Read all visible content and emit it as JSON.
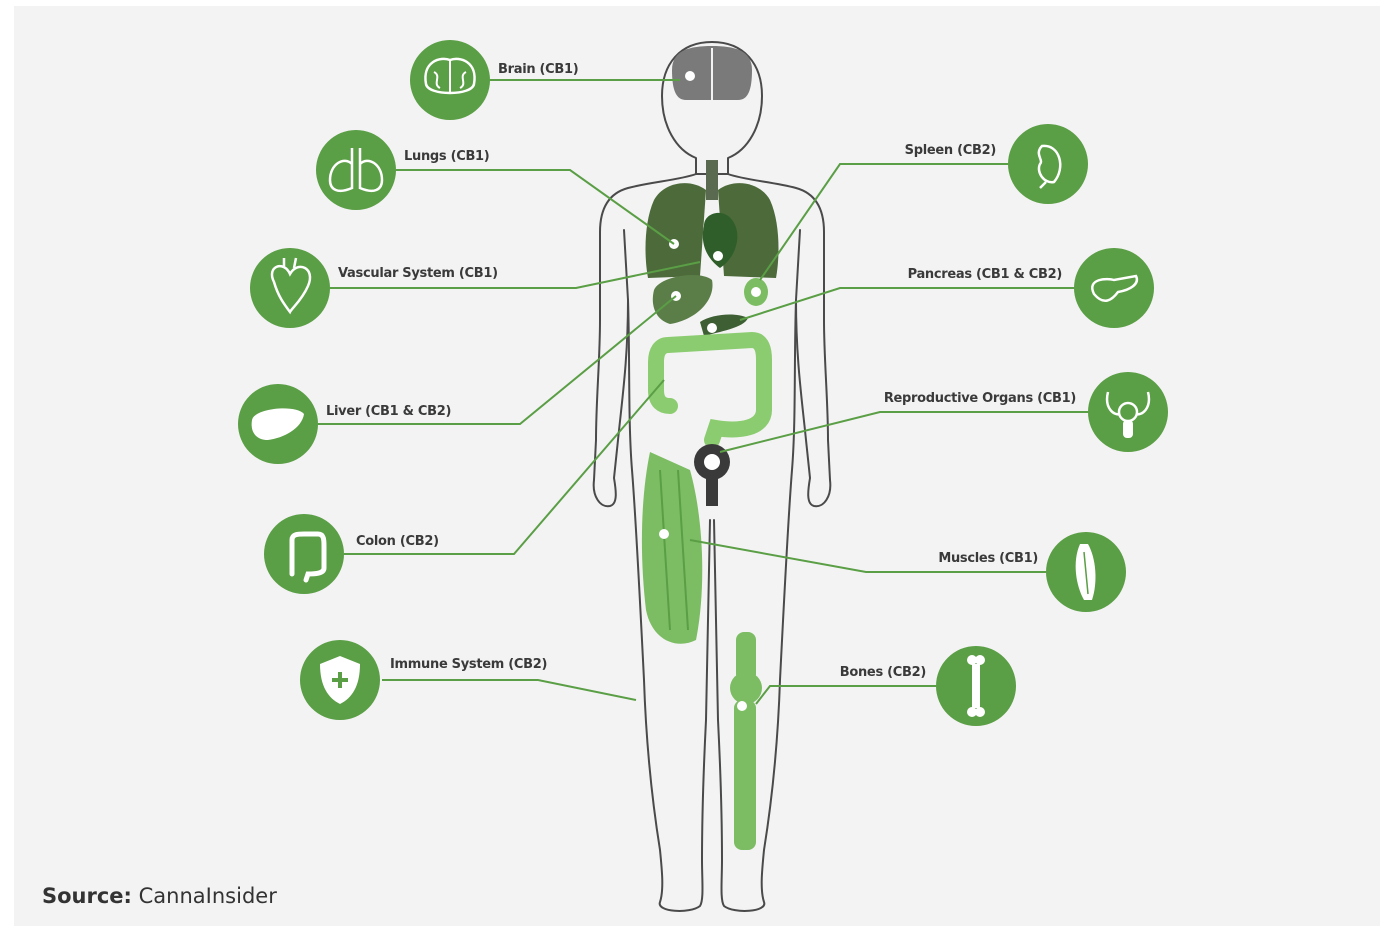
{
  "colors": {
    "accent": "#5a9e45",
    "organ_dark": "#4c6a3a",
    "organ_light": "#7cbd63",
    "body_outline": "#4a4a4a",
    "background": "#f3f3f3"
  },
  "labels": {
    "brain": "Brain (CB1)",
    "lungs": "Lungs (CB1)",
    "vascular": "Vascular System (CB1)",
    "liver": "Liver (CB1 & CB2)",
    "colon": "Colon (CB2)",
    "immune": "Immune System (CB2)",
    "spleen": "Spleen (CB2)",
    "pancreas": "Pancreas (CB1 & CB2)",
    "reproductive": "Reproductive Organs (CB1)",
    "muscles": "Muscles (CB1)",
    "bones": "Bones (CB2)"
  },
  "icons": {
    "brain": "brain-icon",
    "lungs": "lungs-icon",
    "vascular": "heart-icon",
    "liver": "liver-icon",
    "colon": "colon-icon",
    "immune": "shield-plus-icon",
    "spleen": "spleen-icon",
    "pancreas": "pancreas-icon",
    "reproductive": "reproductive-organs-icon",
    "muscles": "muscle-icon",
    "bones": "bone-icon"
  },
  "source": {
    "prefix": "Source:",
    "name": "CannaInsider"
  }
}
